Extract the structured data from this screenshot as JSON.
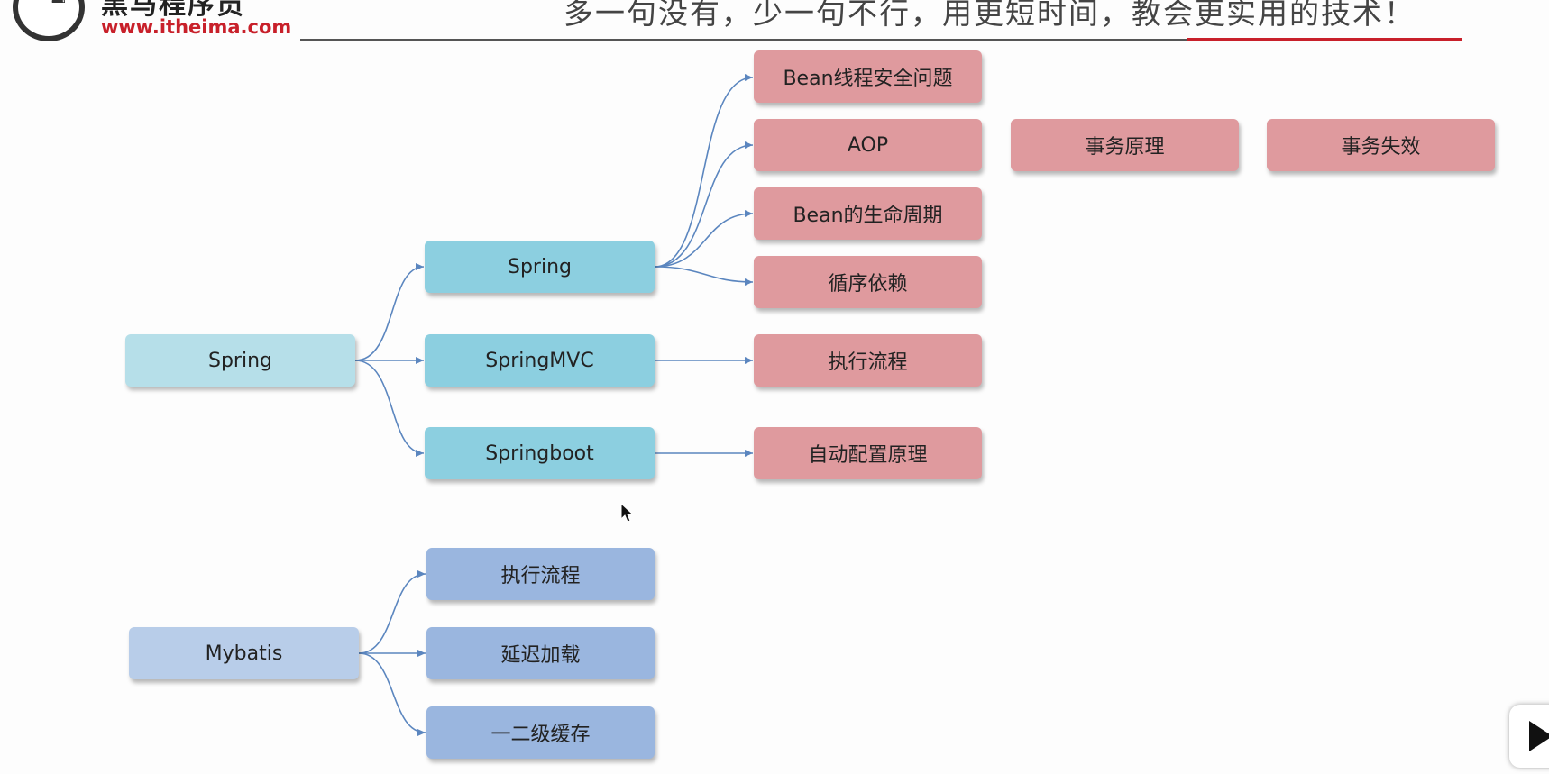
{
  "header": {
    "brand_name": "黑马程序员",
    "brand_url": "www.itheima.com",
    "slogan": "多一句没有，少一句不行，用更短时间，教会更实用的技术！"
  },
  "colors": {
    "level1_spring": "#b6dfe9",
    "level2_spring": "#8ccfe0",
    "topic": "#df9a9e",
    "level1_mybatis": "#b8cde9",
    "level2_mybatis": "#9ab6df",
    "edge": "#5b86bf",
    "accent_red": "#c8202a"
  },
  "diagram": {
    "spring_root": "Spring",
    "spring_children": [
      "Spring",
      "SpringMVC",
      "Springboot"
    ],
    "spring_core_topics": [
      "Bean线程安全问题",
      "AOP",
      "Bean的生命周期",
      "循序依赖"
    ],
    "aop_chain": [
      "事务原理",
      "事务失效"
    ],
    "springmvc_topic": "执行流程",
    "springboot_topic": "自动配置原理",
    "mybatis_root": "Mybatis",
    "mybatis_children": [
      "执行流程",
      "延迟加载",
      "一二级缓存"
    ]
  },
  "icons": {
    "cursor": "mouse-pointer-icon",
    "player": "play-icon",
    "logo": "horse-logo-icon"
  }
}
